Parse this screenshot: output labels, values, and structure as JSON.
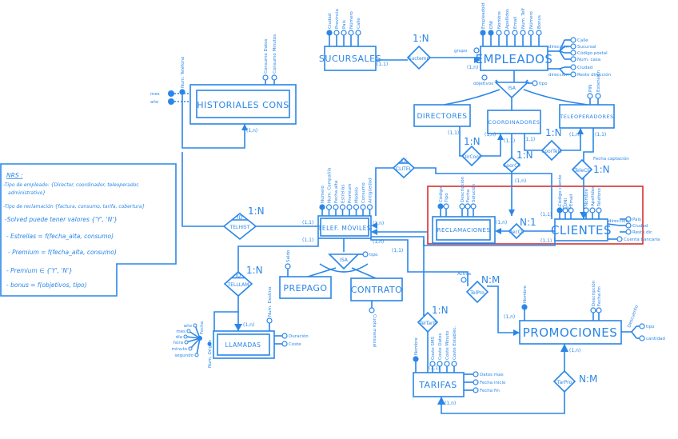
{
  "notes": {
    "title": "NRS :",
    "lines": [
      "-Tipo de empleado: {Director, coordinador, teleoperador,",
      "administrativo}",
      "-Tipo de reclamación {factura, consumo, tarifa, cobertura}",
      "-Solved puede tener valores {'Y', 'N'}",
      "- Estrellas = f(fecha_alta, consumo)",
      "- Premium = f(fecha_alta, consumo)",
      "- Premium ∈ {'Y', 'N'}",
      "- bonus = f(objetivos, tipo)"
    ]
  },
  "entities": {
    "sucursales": "SUCURSALES",
    "empleados": "EMPLEADOS",
    "historiales": "HISTORIALES CONS",
    "directores": "DIRECTORES",
    "coordinadores": "COORDINADORES",
    "teleoperadores": "TELEOPERADORES",
    "reclamaciones": "RECLAMACIONES",
    "clientes": "CLIENTES",
    "telefonos": "TELEF. MÓVILES",
    "prepago": "PREPAGO",
    "contrato": "CONTRATO",
    "llamadas": "LLAMADAS",
    "promociones": "PROMOCIONES",
    "tarifas": "TARIFAS"
  },
  "relationships": {
    "suctemp": "Suctemp",
    "isa_emp": "ISA",
    "dircoor": "DirCoor",
    "coorcli": "CoorCli",
    "coortele": "CoorTele",
    "telecli": "TeleCli",
    "reccli": "RecCli",
    "clitel": "CLITEL",
    "clitel_tag": "1X",
    "telhist": "TELHIST",
    "telhist_tag": "ID",
    "telllam": "TELLLAM",
    "telllam_tag": "ID",
    "isa_tel": "ISA",
    "telpro": "TelPro",
    "teltarif": "TelTarif",
    "tarpro": "TarPro"
  },
  "ratios": {
    "suctemp": "1:N",
    "dircoor": "1:N",
    "coorcli": "1:N",
    "coortele": "1:N",
    "telecli": "1:N",
    "reccli": "N:1",
    "telhist": "1:N",
    "telllam": "1:N",
    "telpro": "N:M",
    "teltarif": "1:N",
    "tarpro": "N:M"
  },
  "cardinalities": {
    "suc": "(1,1)",
    "emp": "(1,n)",
    "hist": "(1,n)",
    "dir": "(1,1)",
    "coor_dir": "(1,n)",
    "coor_cli": "(1,1)",
    "coor_tele": "(1,1)",
    "tele_coor": "(1,n)",
    "tele_cli": "(1,1)",
    "cli_coor": "(1,n)",
    "rec": "(1,n)",
    "cli_rec": "(1,1)",
    "cli_tel": "(1,1)",
    "cli_tele": "(1,n)",
    "tel_hist": "(1,1)",
    "tel_llam": "(1,1)",
    "tel_cli": "(1,n)",
    "tel_tar": "(1,n)",
    "tel_pro": "(1,1)",
    "llam": "(1,n)",
    "pro": "(1,n)",
    "pro_tar": "(1,n)",
    "tar": "(1,1)",
    "tar_pro": "(1,n)"
  },
  "attributes": {
    "sucursales": [
      "Ciudad",
      "Provincia",
      "País",
      "Número",
      "Calle"
    ],
    "empleados": [
      "EmpleadoId",
      "DNI",
      "Nombre",
      "Apellidos",
      "Email",
      "Num. Telf",
      "Número",
      "Bonus"
    ],
    "empleados_dir": "dirección",
    "empleados_dir_parts": [
      "Calle",
      "Sucursal",
      "Código postal",
      "Num. casa"
    ],
    "empleados_dir2": "dirección",
    "empleados_dir2_parts": [
      "Ciudad",
      "Resto dirección"
    ],
    "empleados_grupo": "grupo",
    "empleados_obj": "objetivos",
    "isa_emp_tipo": "tipo",
    "historiales": [
      "Num. Teléfono",
      "mes",
      "año"
    ],
    "historiales_top": [
      "Consumo Datos",
      "Consumo Minutos"
    ],
    "teleoperadores": [
      "PIN",
      "Extensión"
    ],
    "telecli": "Fecha captación",
    "reclamaciones": [
      "Código",
      "Tipo",
      "Descripción",
      "Fecha",
      "Solución"
    ],
    "clientes": [
      "Código cliente",
      "DNI",
      "Email",
      "Nombre",
      "Apellidos",
      "Teléfono"
    ],
    "clientes_dir": "dirección",
    "clientes_dir_parts": [
      "País",
      "Ciudad",
      "Resto dir."
    ],
    "clientes_cuenta": "Cuenta bancaria",
    "telefonos": [
      "Número",
      "Num. Compañía",
      "Fecha alta",
      "Estrellas",
      "Premium",
      "Modelo",
      "Consumo",
      "Antigüedad"
    ],
    "isa_tel_tipo": "tipo",
    "prepago": "Saldo",
    "contrato": "Cuota mensual",
    "llamadas_top": "Num. Destino",
    "llamadas_right": [
      "Duración",
      "Coste"
    ],
    "llamadas_origen": "Num. Origen",
    "llamadas_fecha": "Fecha",
    "llamadas_fecha_parts": [
      "año",
      "mes",
      "día",
      "hora",
      "minuto",
      "segundo"
    ],
    "telpro": "Activa",
    "promociones": [
      "Nombre",
      "Descripción",
      "Fecha fin"
    ],
    "promociones_desc": "Descuento",
    "promociones_desc_parts": [
      "tipo",
      "cantidad"
    ],
    "tarifas": [
      "Nombre",
      "Coste SMS",
      "Coste Datos",
      "Coste Minuto",
      "Coste Establec."
    ],
    "tarifas_right": [
      "Datos max",
      "Fecha inicio",
      "Fecha fin"
    ]
  },
  "colors": {
    "ink": "#2a86e8",
    "highlight": "#d62020"
  }
}
